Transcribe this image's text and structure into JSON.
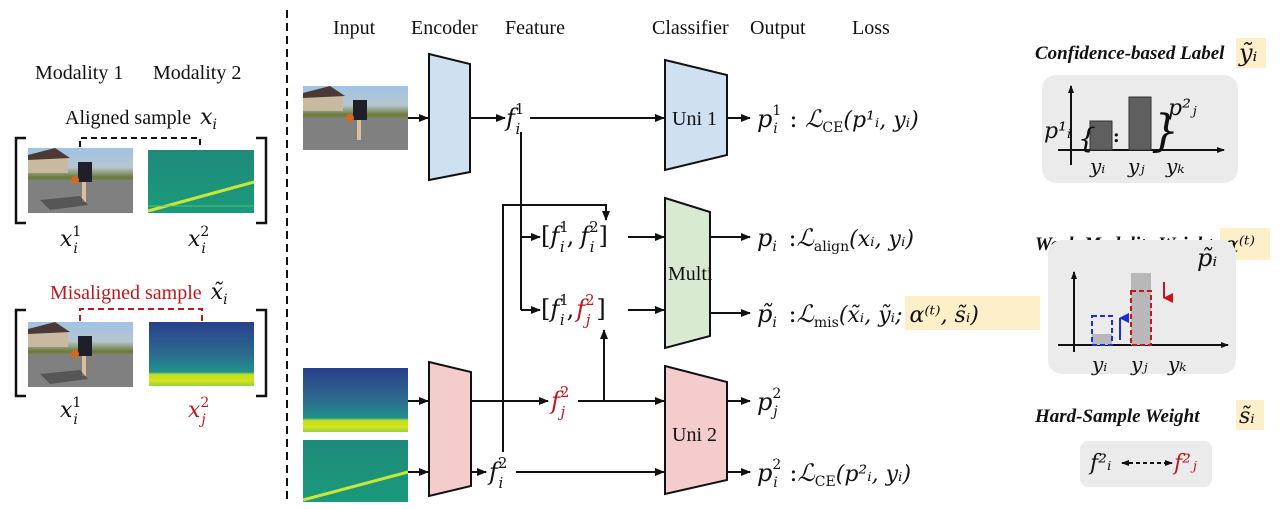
{
  "headers": {
    "input": "Input",
    "encoder": "Encoder",
    "feature": "Feature",
    "classifier": "Classifier",
    "output": "Output",
    "loss": "Loss"
  },
  "left_panel": {
    "modality1": "Modality 1",
    "modality2": "Modality 2",
    "aligned_label": "Aligned sample",
    "aligned_symbol": "x",
    "aligned_sub": "i",
    "misaligned_label": "Misaligned sample",
    "misaligned_symbol": "x̃",
    "misaligned_sub": "i",
    "aligned_x1": {
      "base": "x",
      "sup": "1",
      "sub": "i"
    },
    "aligned_x2": {
      "base": "x",
      "sup": "2",
      "sub": "i"
    },
    "mis_x1": {
      "base": "x",
      "sup": "1",
      "sub": "i"
    },
    "mis_x2": {
      "base": "x",
      "sup": "2",
      "sub": "j"
    }
  },
  "classifiers": {
    "uni1": "Uni 1",
    "multi": "Multi",
    "uni2": "Uni 2"
  },
  "features": {
    "f1i": {
      "base": "f",
      "sup": "1",
      "sub": "i"
    },
    "f2i": {
      "base": "f",
      "sup": "2",
      "sub": "i"
    },
    "f2j": {
      "base": "f",
      "sup": "2",
      "sub": "j"
    },
    "concat_aligned": {
      "open": "[",
      "a": "f",
      "a_sup": "1",
      "a_sub": "i",
      "sep": ",",
      "b": "f",
      "b_sup": "2",
      "b_sub": "i",
      "close": "]"
    },
    "concat_mis": {
      "open": "[",
      "a": "f",
      "a_sup": "1",
      "a_sub": "i",
      "sep": ",",
      "b": "f",
      "b_sup": "2",
      "b_sub": "j",
      "close": "]"
    }
  },
  "outputs": {
    "uni1": {
      "p": "p",
      "sup": "1",
      "sub": "i",
      "loss": "ℒ",
      "loss_sub": "CE",
      "args": "(p¹ᵢ, yᵢ)"
    },
    "align": {
      "p": "p",
      "sub": "i",
      "loss": "ℒ",
      "loss_sub": "align",
      "args": "(xᵢ, yᵢ)"
    },
    "mis": {
      "p": "p̃",
      "sub": "i",
      "loss": "ℒ",
      "loss_sub": "mis",
      "args_pre": "(x̃ᵢ, ",
      "args_hl": "ỹᵢ; α⁽ᵗ⁾, s̃ᵢ",
      "args_post": ")"
    },
    "uni2_j": {
      "p": "p",
      "sup": "2",
      "sub": "j"
    },
    "uni2_i": {
      "p": "p",
      "sup": "2",
      "sub": "i",
      "loss": "ℒ",
      "loss_sub": "CE",
      "args": "(p²ᵢ, yᵢ)"
    }
  },
  "right_panel": {
    "confidence_title": "Confidence-based Label",
    "confidence_symbol": "ỹᵢ",
    "weak_title": "Weak-Modality Weight",
    "weak_symbol": "α⁽ᵗ⁾",
    "hard_title": "Hard-Sample Weight",
    "hard_symbol": "s̃ᵢ",
    "axis_labels": [
      "yᵢ",
      "yⱼ",
      "yₖ"
    ],
    "conf_left_label": "p¹ᵢ",
    "conf_right_label": "p²ⱼ",
    "conf_ratio": ":",
    "weak_corner_label": "p̃ᵢ",
    "hard_left": "f²ᵢ",
    "hard_right": "f²ⱼ"
  },
  "colors": {
    "encoder1": "#cfe0f1",
    "uni1": "#cfe0f1",
    "multi": "#d9ead3",
    "encoder2": "#f4cccc",
    "uni2": "#f4cccc",
    "highlight": "#fcefc9",
    "panel_bg": "#ebebeb",
    "red": "#c0171d",
    "blue": "#1a2fd1",
    "bar_dark": "#5f5f5f",
    "bar_light": "#b8b8b8"
  }
}
